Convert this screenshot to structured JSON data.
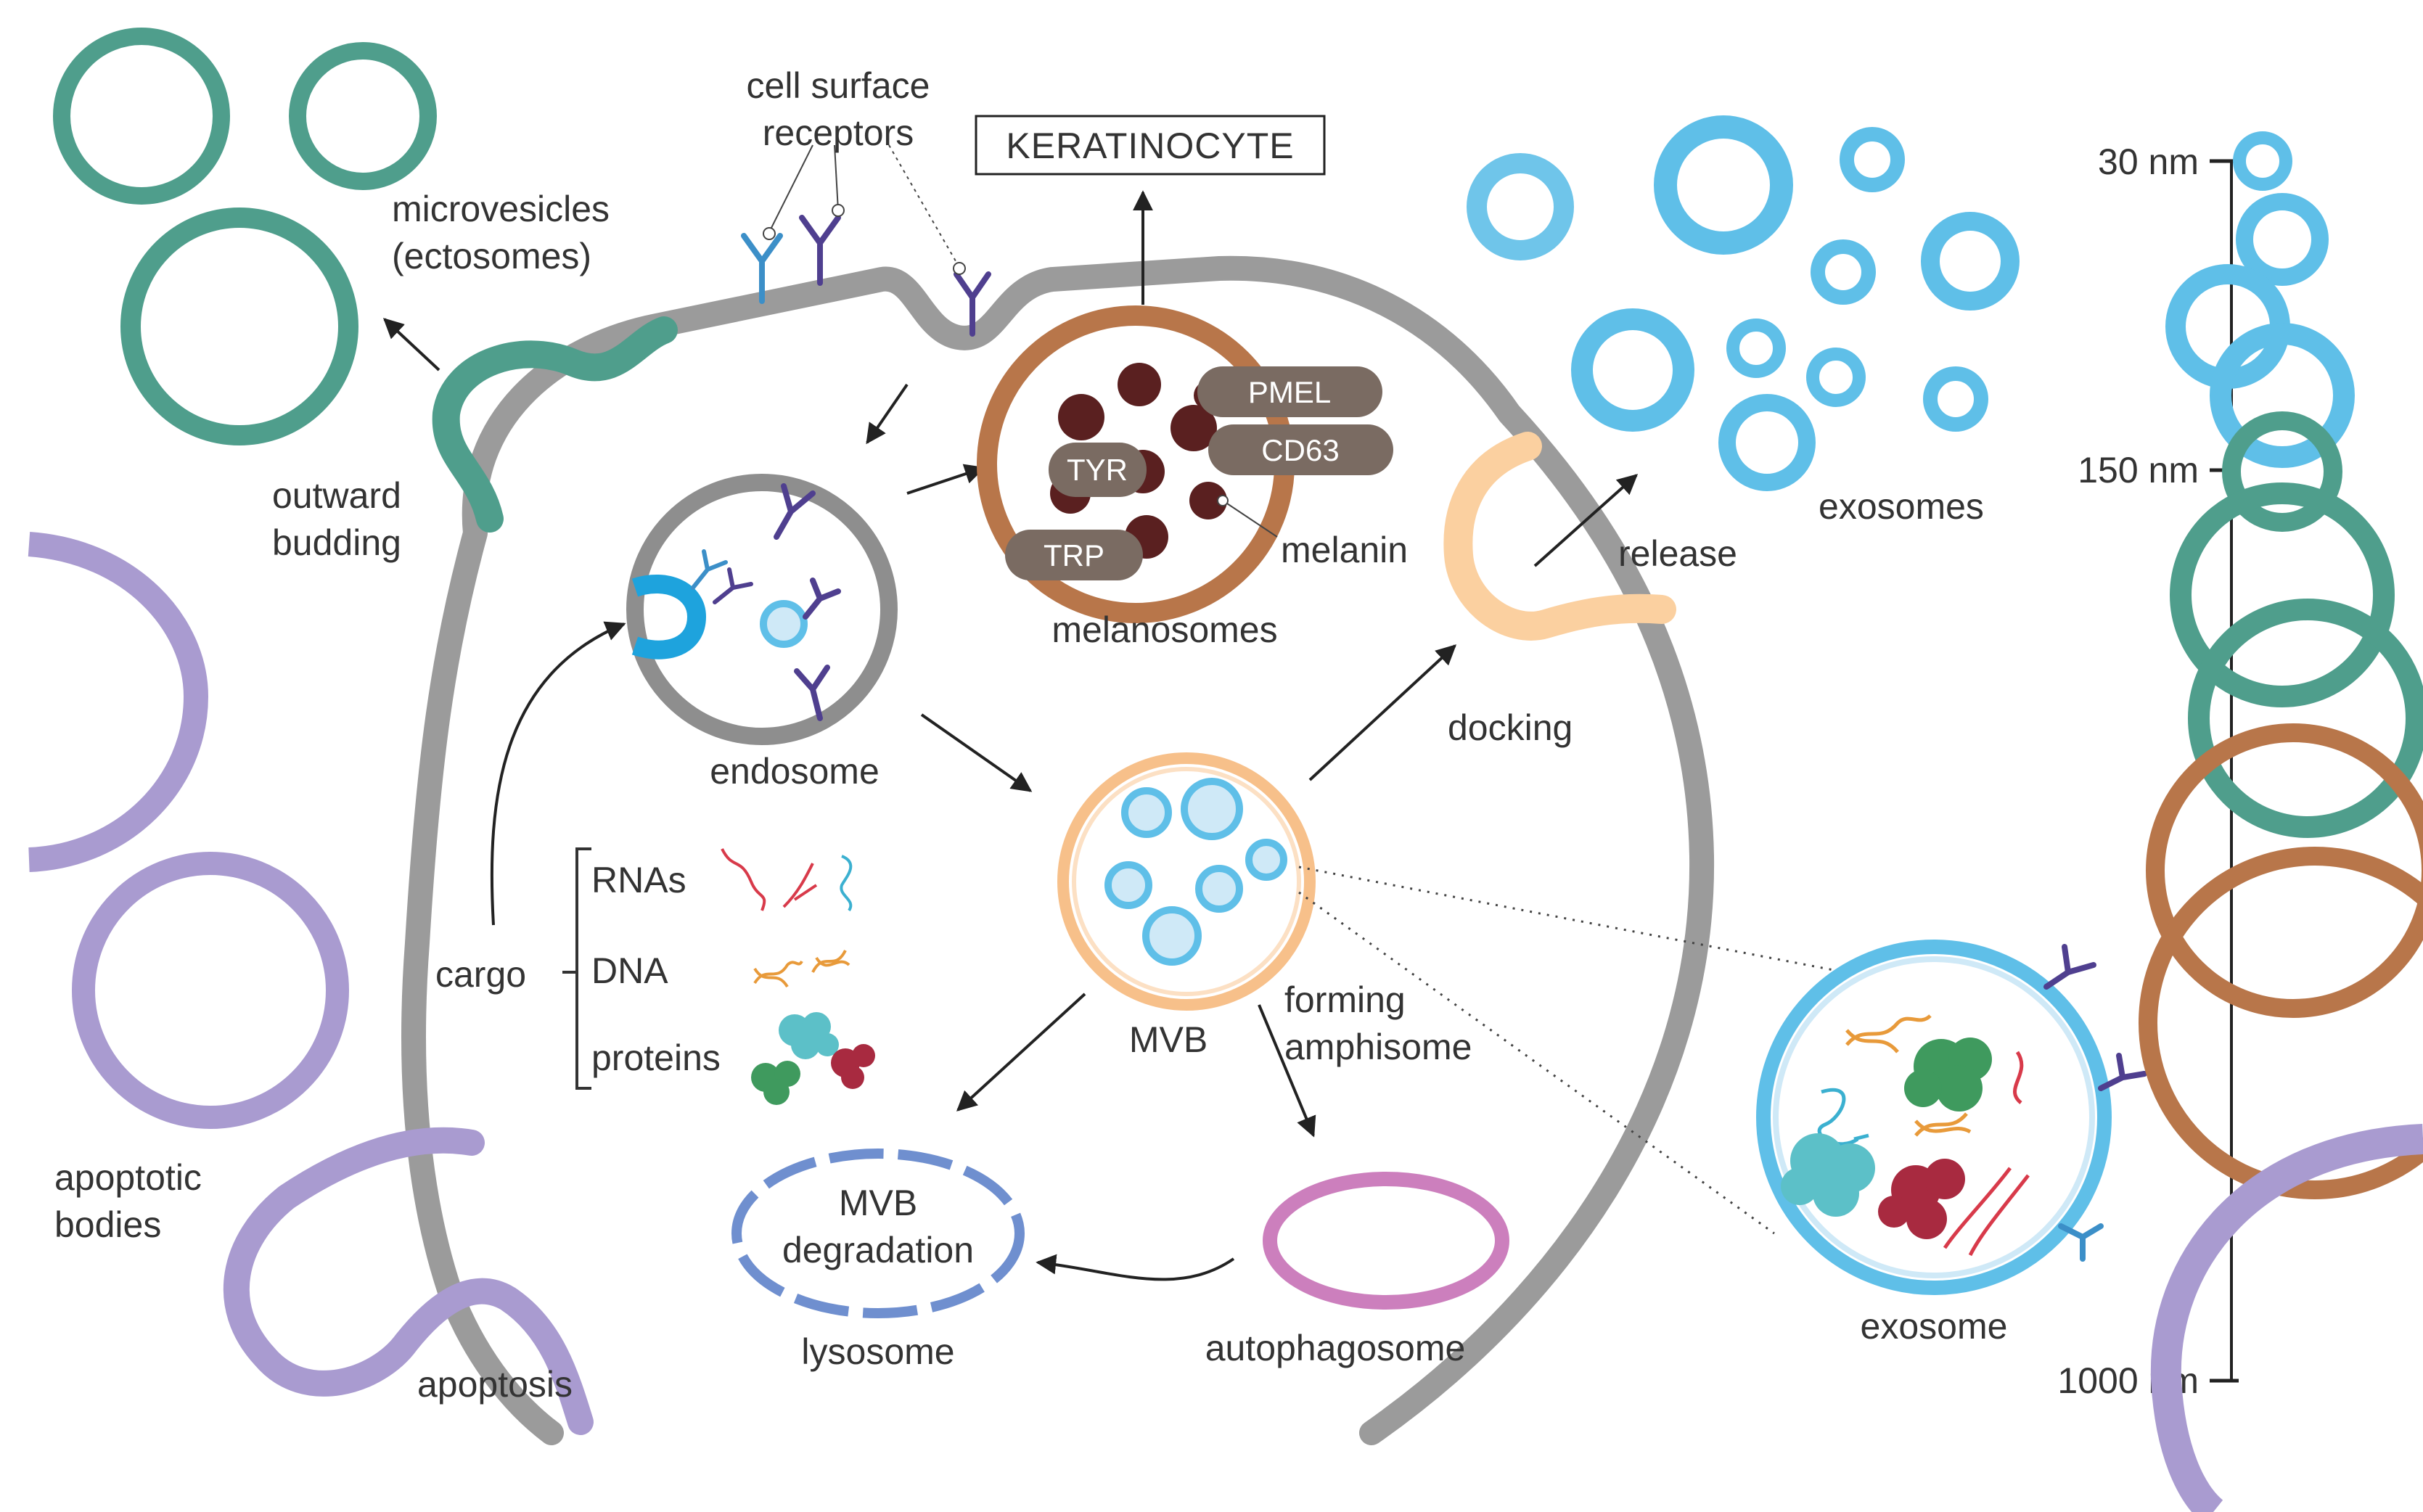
{
  "labels": {
    "cell_surface_receptors": [
      "cell surface",
      "receptors"
    ],
    "keratinocyte": "KERATINOCYTE",
    "microvesicles": [
      "microvesicles",
      "(ectosomes)"
    ],
    "outward_budding": [
      "outward",
      "budding"
    ],
    "apoptotic_bodies": [
      "apoptotic",
      "bodies"
    ],
    "apoptosis": "apoptosis",
    "endosome": "endosome",
    "melanosomes": "melanosomes",
    "melanin": "melanin",
    "pmel": "PMEL",
    "tyr": "TYR",
    "cd63": "CD63",
    "trp": "TRP",
    "cargo": "cargo",
    "rnas": "RNAs",
    "dna": "DNA",
    "proteins": "proteins",
    "mvb": "MVB",
    "forming_amphisome": [
      "forming",
      "amphisome"
    ],
    "mvb_degradation": [
      "MVB",
      "degradation"
    ],
    "lysosome": "lysosome",
    "autophagosome": "autophagosome",
    "docking": "docking",
    "release": "release",
    "exosomes": "exosomes",
    "exosome": "exosome"
  },
  "scale": {
    "labels": [
      "30 nm",
      "150 nm",
      "1000 nm"
    ]
  },
  "colors": {
    "membrane": "#9b9b9b",
    "microvesicle": "#4f9e8c",
    "apoptotic": "#a99bd0",
    "exosome_fill": "#cfe9f7",
    "exosome_stroke": "#5fbfe8",
    "melanosome": "#b8764a",
    "melanin": "#5a2020",
    "protein_pill": "#7a6b62",
    "mvb": "#f7c08a",
    "docking": "#fbd0a0",
    "lysosome": "#6f8fcf",
    "autophagosome": "#cc7fbd",
    "receptor_blue": "#3c8fc8",
    "receptor_purple": "#4f3f8f"
  }
}
